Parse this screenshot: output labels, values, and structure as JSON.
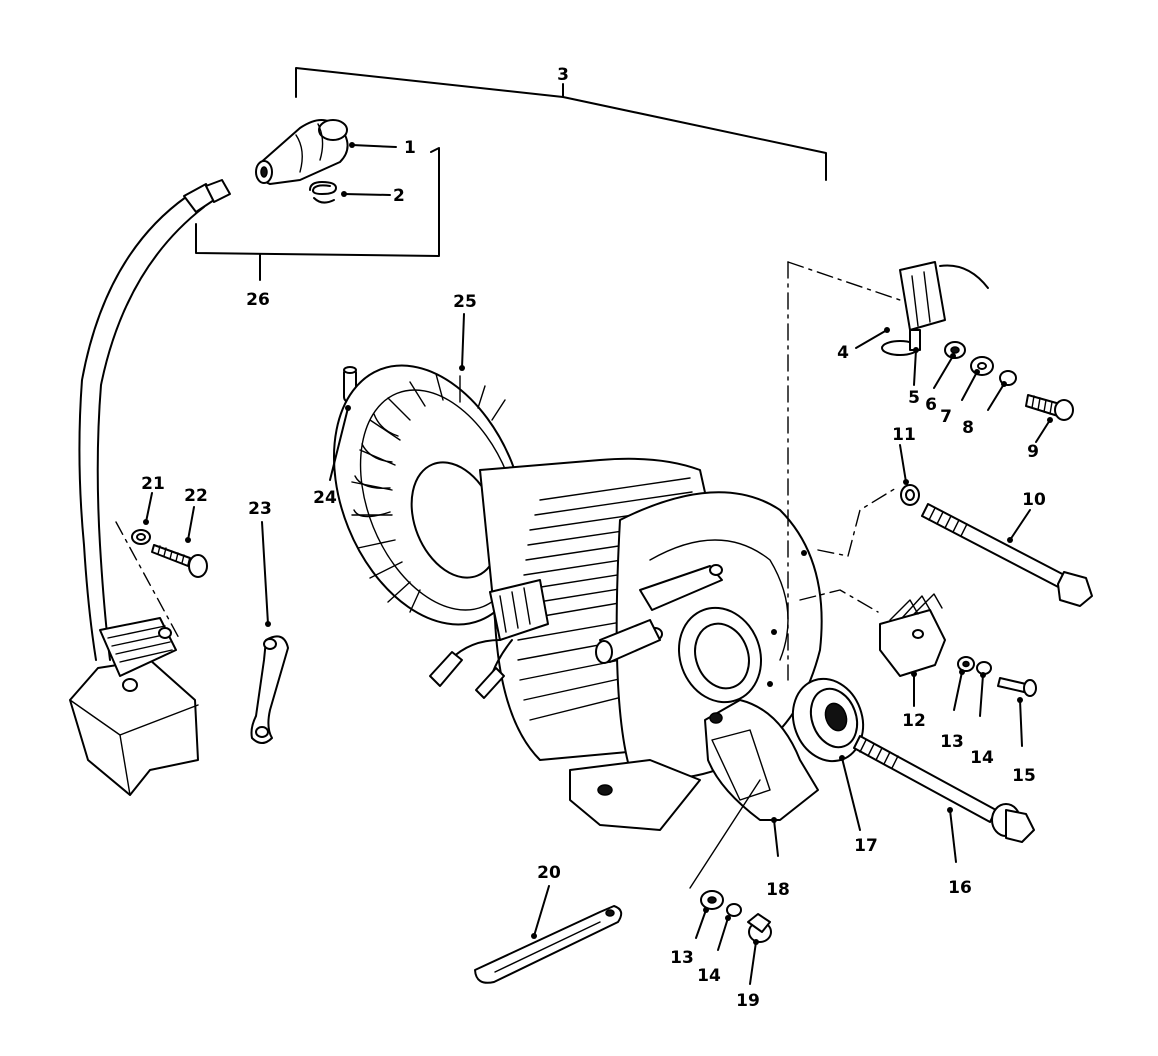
{
  "diagram": {
    "labels": {
      "l1": "1",
      "l2": "2",
      "l3": "3",
      "l4": "4",
      "l5": "5",
      "l6": "6",
      "l7": "7",
      "l8": "8",
      "l9": "9",
      "l10": "10",
      "l11": "11",
      "l12": "12",
      "l13a": "13",
      "l13b": "13",
      "l14a": "14",
      "l14b": "14",
      "l15": "15",
      "l16": "16",
      "l17": "17",
      "l18": "18",
      "l19": "19",
      "l20": "20",
      "l21": "21",
      "l22": "22",
      "l23": "23",
      "l24": "24",
      "l25": "25",
      "l26": "26"
    },
    "line_color": "#000000",
    "background": "#ffffff"
  }
}
